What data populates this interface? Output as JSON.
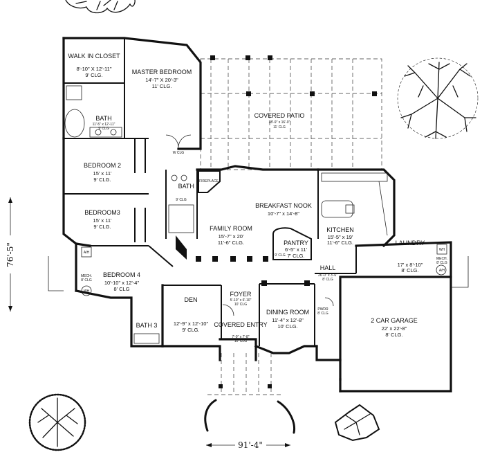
{
  "rooms": {
    "walk_in_closet": {
      "name": "WALK IN CLOSET",
      "dims": "8'-10\" X 12'-11\"",
      "clg": "9' CLG."
    },
    "master_bedroom": {
      "name": "MASTER BEDROOM",
      "dims": "14'-7\" X 20'-3\"",
      "clg": "11' CLG."
    },
    "bath_master": {
      "name": "BATH",
      "dims": "11'-5\" x 12'-11\"",
      "clg": "9' CLG"
    },
    "covered_patio": {
      "name": "COVERED PATIO",
      "dims": "38'-9\" x 16'-0\"",
      "clg": "11' CLG"
    },
    "bedroom2": {
      "name": "BEDROOM 2",
      "dims": "15' x 11'",
      "clg": "9' CLG."
    },
    "bath2": {
      "name": "BATH 2",
      "clg": "9' CLG"
    },
    "fireplace": {
      "name": "FIREPLACE"
    },
    "breakfast_nook": {
      "name": "BREAKFAST NOOK",
      "dims": "10'-7\" x 14'-8\""
    },
    "kitchen": {
      "name": "KITCHEN",
      "dims": "15'-5\" x 19'",
      "clg": "11'-6\" CLG."
    },
    "bedroom3": {
      "name": "BEDROOM3",
      "dims": "15' x 11'",
      "clg": "9' CLG."
    },
    "family_room": {
      "name": "FAMILY ROOM",
      "dims": "15'-7\" x 20'",
      "clg": "11'-6\" CLG."
    },
    "pantry": {
      "name": "PANTRY",
      "dims": "6'-5\" x 11'",
      "clg": "7' CLG."
    },
    "laundry": {
      "name": "LAUNDRY",
      "dims": "17' x 8'-10\"",
      "clg": "8' CLG."
    },
    "hall": {
      "name": "HALL",
      "dims": "26'-0\" x 3'-6\"",
      "clg": "8' CLG"
    },
    "bedroom4": {
      "name": "BEDROOM 4",
      "dims": "10'-10\" x 12'-4\"",
      "clg": "8' CLG"
    },
    "foyer": {
      "name": "FOYER",
      "dims": "5'-10\" x 6'-10\"",
      "clg": "10' CLG"
    },
    "dining_room": {
      "name": "DINING ROOM",
      "dims": "11'-4\" x 12'-8\"",
      "clg": "10' CLG."
    },
    "garage": {
      "name": "2 CAR GARAGE",
      "dims": "22' x 22'-8\"",
      "clg": "8' CLG."
    },
    "den": {
      "name": "DEN",
      "dims": "12'-9\" x 12'-10\"",
      "clg": "9' CLG."
    },
    "bath3": {
      "name": "BATH 3"
    },
    "covered_entry": {
      "name": "COVERED ENTRY",
      "dims": "7'-0\" x 7'-8\"",
      "clg": "10' CLG"
    },
    "pwdr": {
      "name": "PWDR",
      "clg": "8' CLG"
    }
  },
  "labels": {
    "mech_left": "MECH.",
    "mech_left_clg": "8' CLG",
    "mech_right": "MECH.",
    "mech_right_clg": "8' CLG",
    "ah": "A/H",
    "wh": "WH",
    "wclg": "W CLG",
    "clg9": "9' CLG"
  },
  "dimensions": {
    "overall_width": "91'-4\"",
    "overall_depth": "76'-5\""
  }
}
